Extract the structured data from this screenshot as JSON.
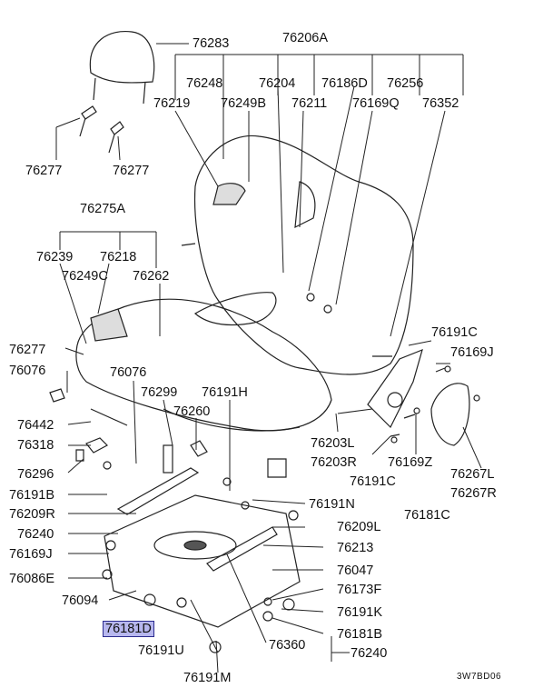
{
  "labels": {
    "p76283": "76283",
    "p76206A": "76206A",
    "p76248": "76248",
    "p76204": "76204",
    "p76186D": "76186D",
    "p76256": "76256",
    "p76219": "76219",
    "p76249B": "76249B",
    "p76211": "76211",
    "p76169Q": "76169Q",
    "p76352": "76352",
    "p76277a": "76277",
    "p76277b": "76277",
    "p76275A": "76275A",
    "p76239": "76239",
    "p76218": "76218",
    "p76249C": "76249C",
    "p76262": "76262",
    "p76277c": "76277",
    "p76076a": "76076",
    "p76076b": "76076",
    "p76299": "76299",
    "p76191H": "76191H",
    "p76260": "76260",
    "p76442": "76442",
    "p76318": "76318",
    "p76296": "76296",
    "p76191B": "76191B",
    "p76209R": "76209R",
    "p76240a": "76240",
    "p76169J": "76169J",
    "p76086E": "76086E",
    "p76094": "76094",
    "p76181D": "76181D",
    "p76191U": "76191U",
    "p76191M": "76191M",
    "p76191C_a": "76191C",
    "p76169J_r": "76169J",
    "p76203L": "76203L",
    "p76203R": "76203R",
    "p76191C_b": "76191C",
    "p76169Z": "76169Z",
    "p76267L": "76267L",
    "p76267R": "76267R",
    "p76191N": "76191N",
    "p76181C": "76181C",
    "p76209L": "76209L",
    "p76213": "76213",
    "p76047": "76047",
    "p76173F": "76173F",
    "p76191K": "76191K",
    "p76181B": "76181B",
    "p76360": "76360",
    "p76240b": "76240",
    "code": "3W7BD06"
  }
}
